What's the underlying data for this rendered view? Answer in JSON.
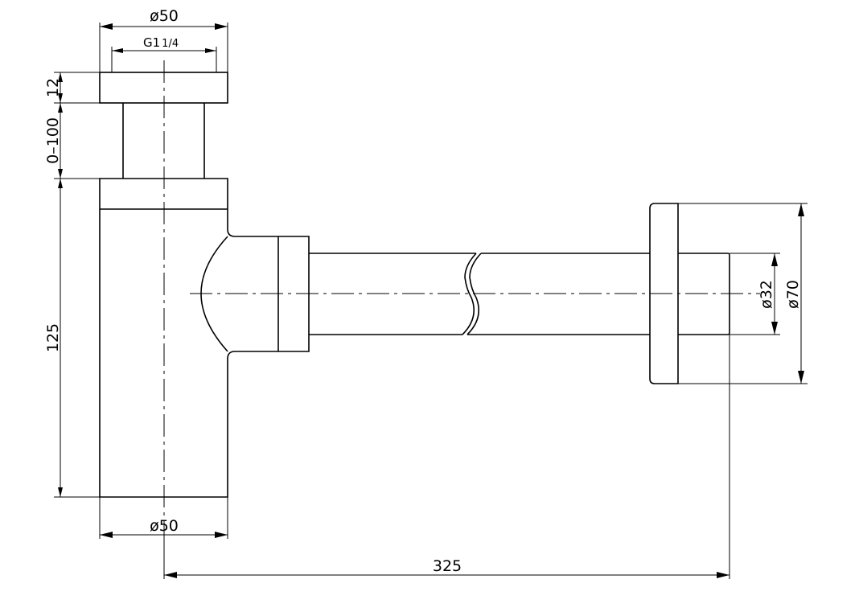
{
  "drawing": {
    "title": "Bottle trap technical drawing",
    "dimensions": {
      "top_diameter": "ø50",
      "thread": "G1",
      "thread_fraction": "1/4",
      "cap_height": "12",
      "extension_range": "0–100",
      "body_height": "125",
      "bottom_diameter": "ø50",
      "pipe_diameter": "ø32",
      "flange_diameter": "ø70",
      "projection_length": "325"
    }
  }
}
